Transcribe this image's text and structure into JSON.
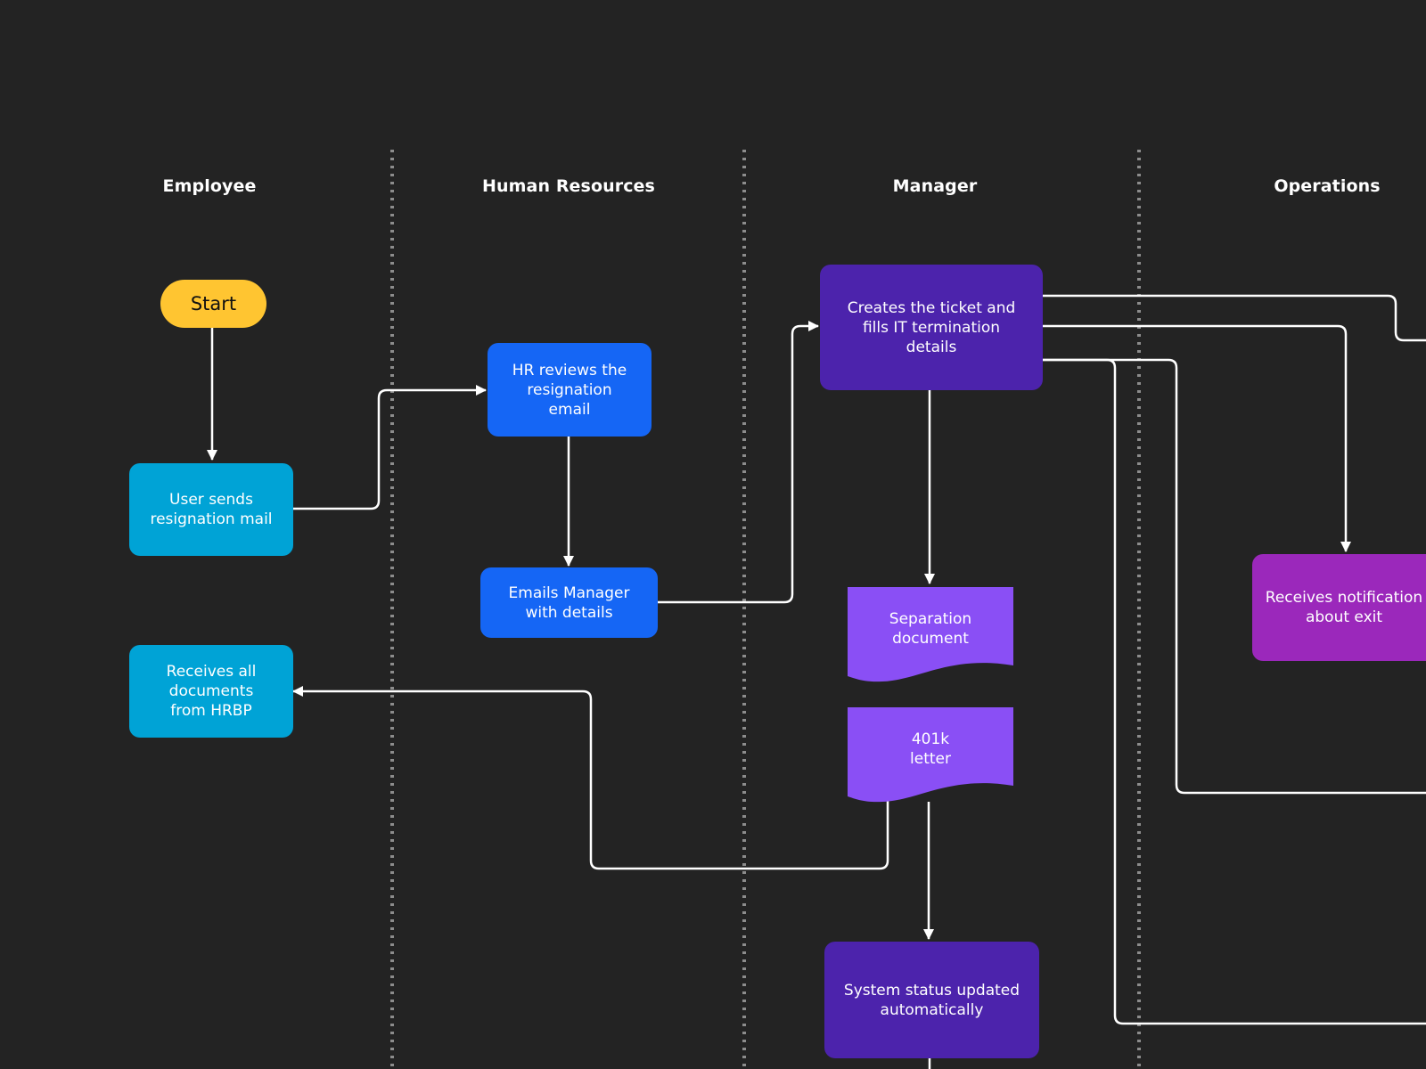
{
  "colors": {
    "background": "#232323",
    "start": "#FFC531",
    "employee": "#00A3D6",
    "hr": "#1566F5",
    "manager": "#4C23AC",
    "document": "#8A4FF5",
    "operations": "#9B28BB",
    "connector": "#FFFFFF",
    "divider": "#8C8C8C"
  },
  "lanes": [
    {
      "id": "employee",
      "title": "Employee"
    },
    {
      "id": "hr",
      "title": "Human Resources"
    },
    {
      "id": "manager",
      "title": "Manager"
    },
    {
      "id": "operations",
      "title": "Operations"
    }
  ],
  "nodes": {
    "start": {
      "label": "Start"
    },
    "user_sends": {
      "label": "User sends\nresignation mail"
    },
    "hr_reviews": {
      "label": "HR reviews the\nresignation\nemail"
    },
    "emails_manager": {
      "label": "Emails Manager\nwith details"
    },
    "creates_ticket": {
      "label": "Creates the ticket and\nfills IT termination\ndetails"
    },
    "separation_doc": {
      "label": "Separation\ndocument"
    },
    "letter_401k": {
      "label": "401k\nletter"
    },
    "receives_docs": {
      "label": "Receives all\ndocuments\nfrom HRBP"
    },
    "system_status": {
      "label": "System status updated\nautomatically"
    },
    "receives_notification": {
      "label": "Receives notification\nabout exit"
    }
  }
}
